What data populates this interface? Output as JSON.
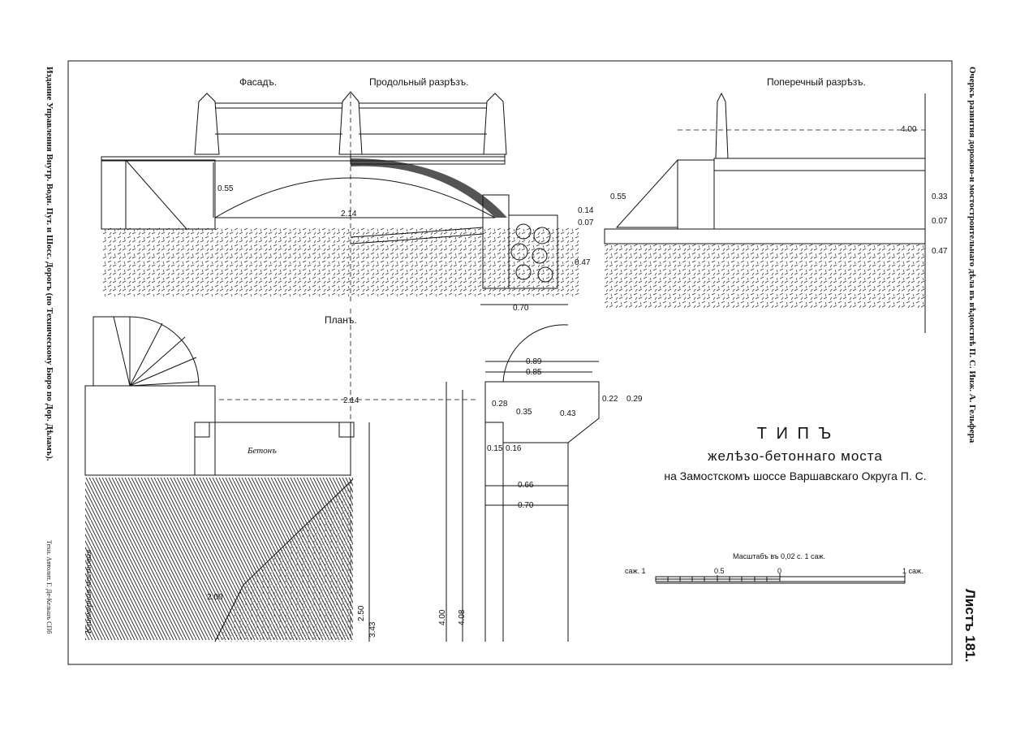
{
  "sheet": {
    "publisher_note": "Издание Управления Внутр. Водн. Пут. и Шосс. Дорогъ (по Техническому Бюро по Дор. Дѣламъ).",
    "printer_note": "Техн. Автолит. Г. Де-Кельшъ СПб",
    "series_title": "Очеркъ развития дорожно-и мостостроительнаго дѣла въ вѣдомствѣ П. С. Инж. А. Гельфера",
    "sheet_number": "Листъ 181."
  },
  "title": {
    "line1": "Т И П Ъ",
    "line2": "желѣзо-бетоннаго моста",
    "line3": "на Замостскомъ шоссе Варшавскаго Округа П. С."
  },
  "views": {
    "facade": "Фасадъ.",
    "longitudinal": "Продольный разрѣзъ.",
    "cross": "Поперечный разрѣзъ.",
    "plan": "Планъ.",
    "concrete": "Бетонъ",
    "paving": "Клинкерная мостовая"
  },
  "dims_long": [
    "0.55",
    "2.14",
    "0.14",
    "0.07",
    "0.47",
    "0.70"
  ],
  "dims_cross": [
    "4.00",
    "0.55",
    "0.33",
    "0.07",
    "0.47"
  ],
  "dims_plan": [
    "2.14",
    "0.89",
    "0.85",
    "0.28",
    "0.35",
    "0.43",
    "0.22",
    "0.29",
    "0.15",
    "0.16",
    "0.66",
    "0.70",
    "3.43",
    "2.50",
    "4.00",
    "4.08",
    "2.00"
  ],
  "scale": {
    "caption": "Масштабъ въ 0,02 с. 1 саж.",
    "left": "саж. 1",
    "half": "0.5",
    "zero": "0",
    "right": "1 саж."
  }
}
